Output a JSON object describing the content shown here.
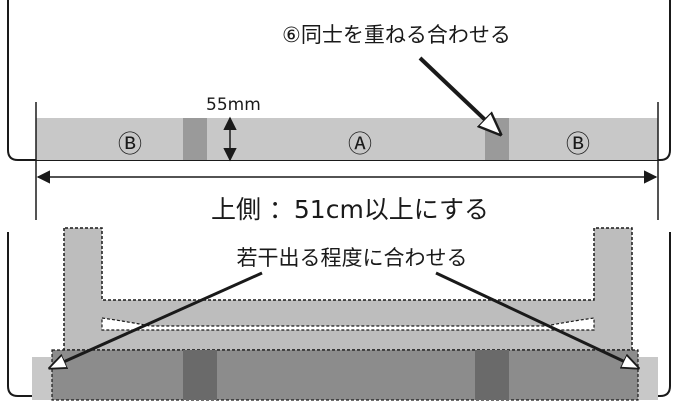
{
  "annotations": {
    "step_overlap": "⑥同士を重ねる合わせる",
    "strip_height": "55mm",
    "upper_length": "上側 ：51cm以上にする",
    "align_lower": "若干出る程度に合わせる"
  },
  "segments": {
    "left_end": "Ⓑ",
    "center": "Ⓐ",
    "right_end": "Ⓑ"
  },
  "colors": {
    "strip_light": "#c8c8c8",
    "strip_overlap": "#9a9a9a",
    "frame": "#bdbdbd",
    "lower_strip": "#8c8c8c",
    "lower_overlap": "#6a6a6a",
    "outline": "#1a1a1a"
  }
}
